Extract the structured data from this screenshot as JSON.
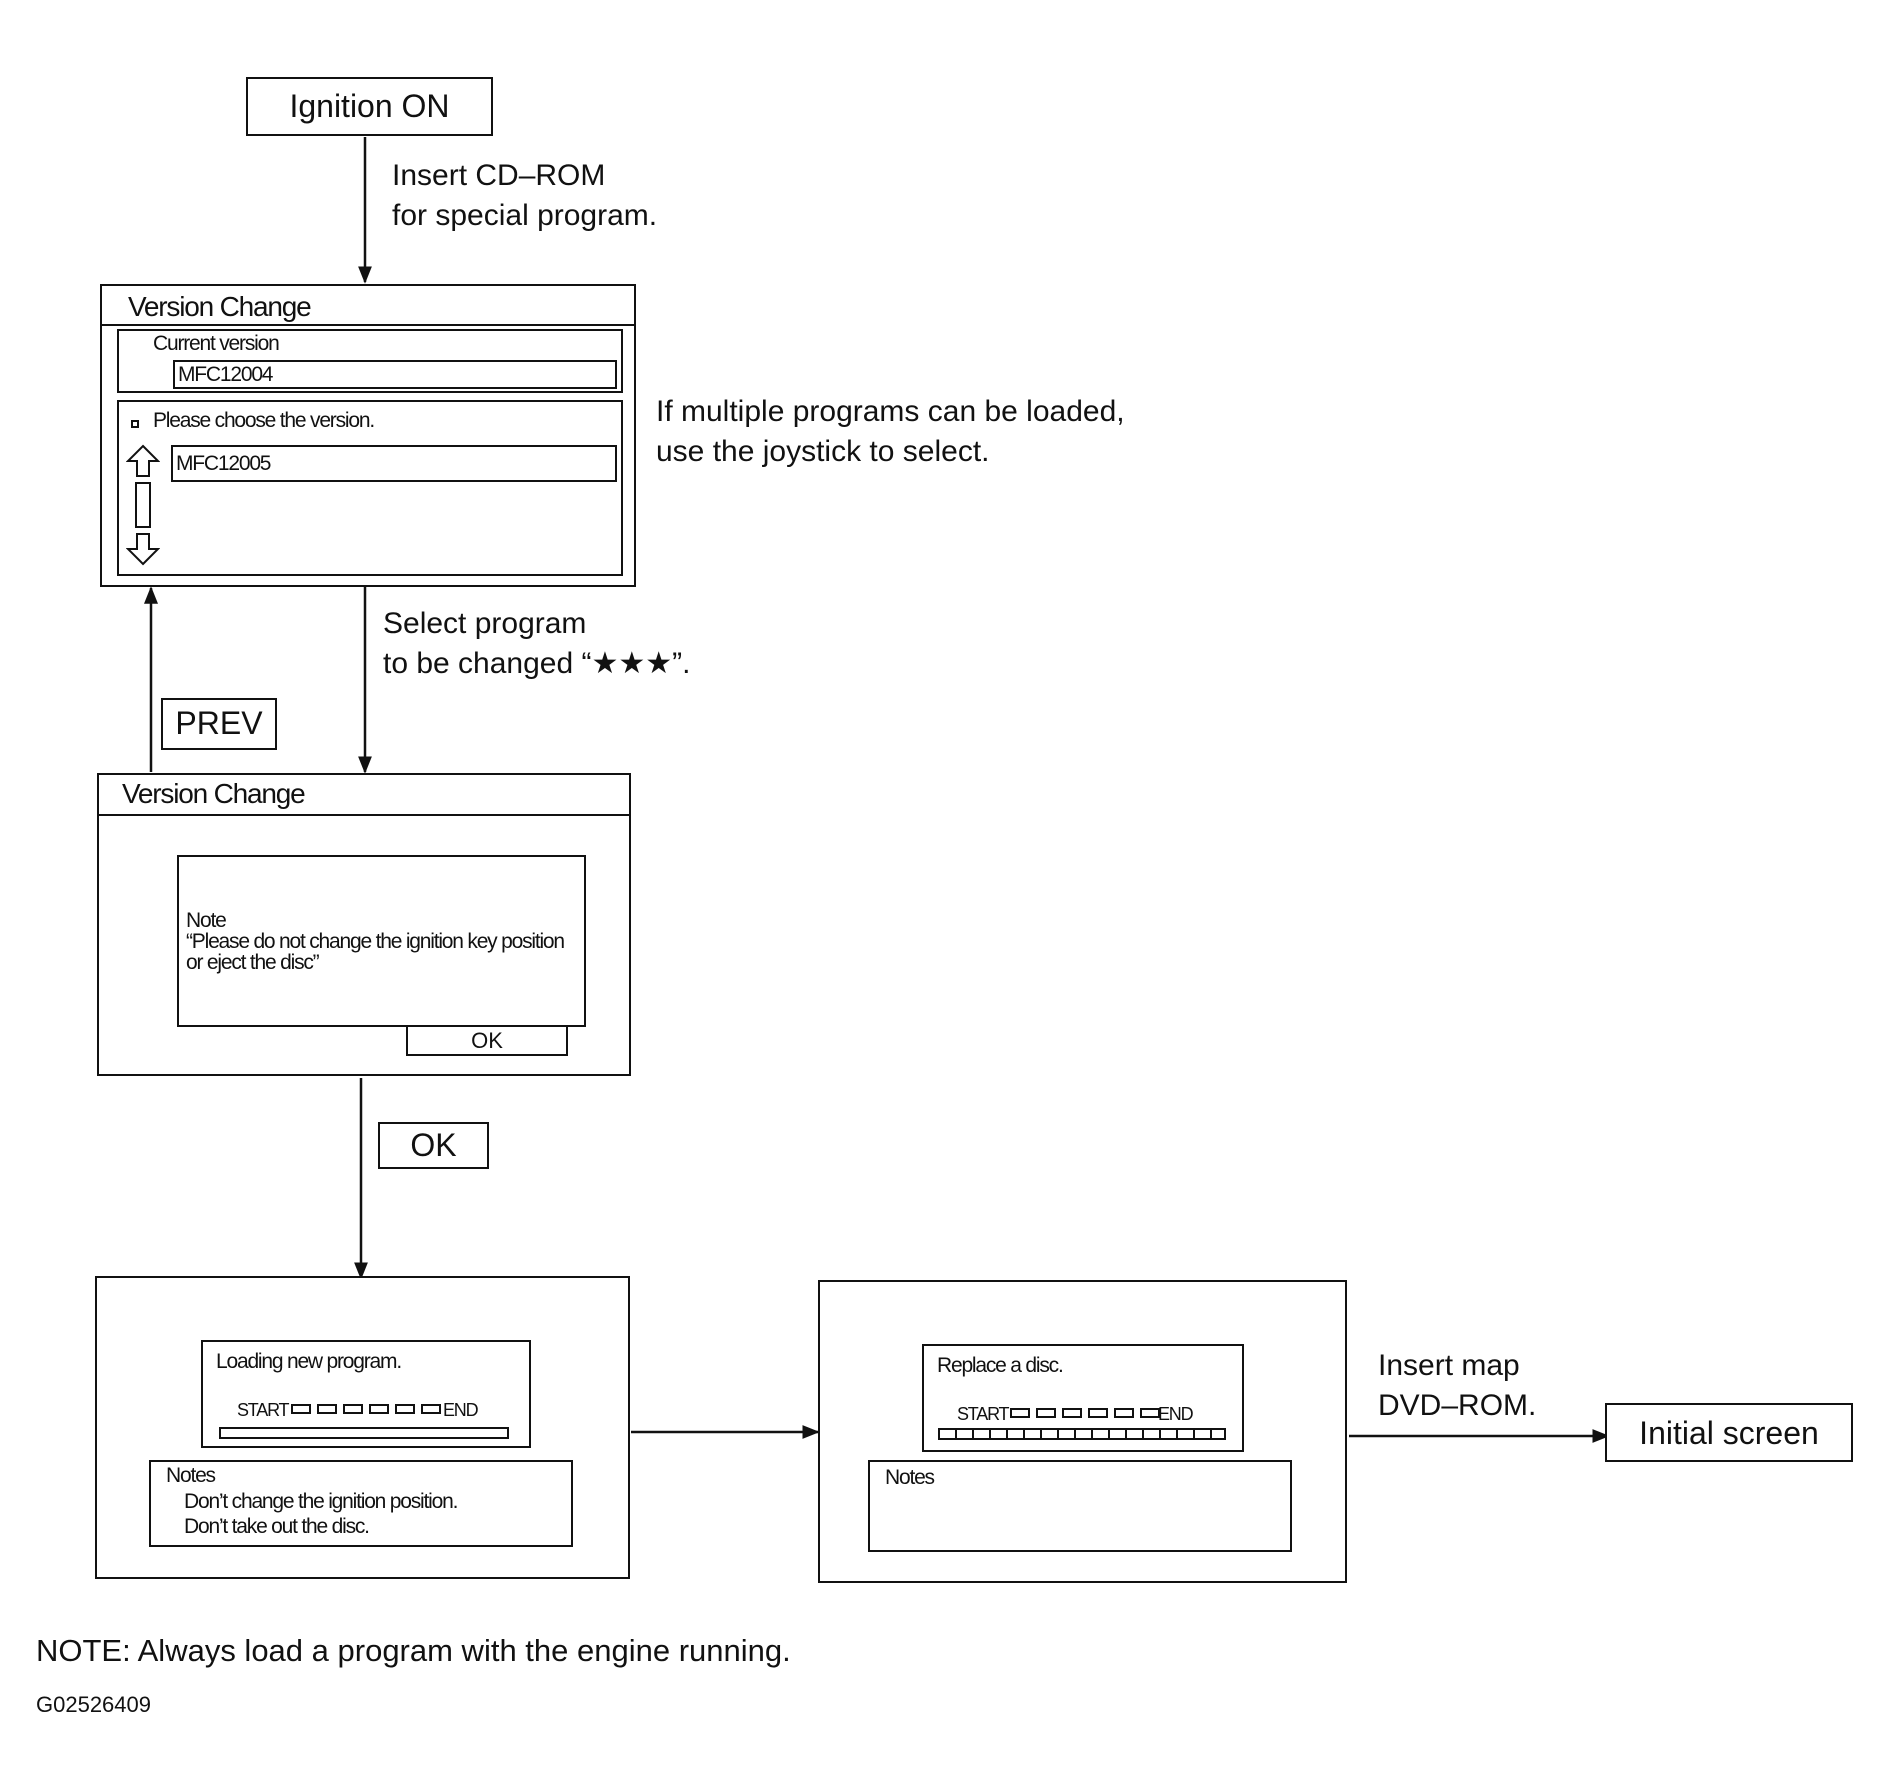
{
  "flow": {
    "ignition": "Ignition ON",
    "insert_cd": [
      "Insert CD–ROM",
      "for special program."
    ],
    "multiple_programs": [
      "If multiple programs can be loaded,",
      "use the joystick to select."
    ],
    "select_program": [
      "Select program",
      "to be changed “★★★”."
    ],
    "prev_key": "PREV",
    "ok_key": "OK",
    "insert_dvd": [
      "Insert map",
      "DVD–ROM."
    ],
    "initial_screen": "Initial screen"
  },
  "screen1": {
    "title": "Version Change",
    "current_version_label": "Current version",
    "current_version_value": "MFC12004",
    "choose_prompt": "Please choose the version.",
    "option_value": "MFC12005"
  },
  "screen2": {
    "title": "Version Change",
    "note_title": "Note",
    "note_line1": "“Please do not change the ignition key position",
    "note_line2": "or eject the disc”",
    "ok_button": "OK"
  },
  "screen3": {
    "message": "Loading new program.",
    "start": "START",
    "end": "END",
    "notes_title": "Notes",
    "notes_line1": "Don’t change the ignition position.",
    "notes_line2": "Don’t take out the disc."
  },
  "screen4": {
    "message": "Replace a disc.",
    "start": "START",
    "end": "END",
    "notes_title": "Notes"
  },
  "footer": {
    "note": "NOTE: Always load a program with the engine running.",
    "figure_id": "G02526409"
  }
}
